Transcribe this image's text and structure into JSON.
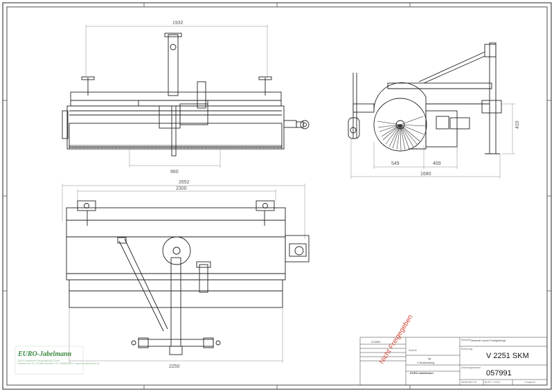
{
  "dimensions": {
    "top_width": "1932",
    "top_bottom": "960",
    "side_height": "410",
    "side_a": "549",
    "side_b": "469",
    "side_total": "1680",
    "plan_total": "2652",
    "plan_inner": "2300",
    "plan_bottom": "2250"
  },
  "title_block": {
    "number_small": "212500",
    "material_header": "Werkstoff",
    "material": "Material macht Festigkeitrigt",
    "weight_label": "Gewicht",
    "weight_value": "kg",
    "treatment": "V Bearbeitung",
    "name_header": "Benennung",
    "name": "V 2251 SKM",
    "drawing_number_header": "Zeichnungsnummer",
    "drawing_number": "057991",
    "company": "EURO-Jabelmann",
    "scale": "MAßSTAB 1:15",
    "sheet": "BLATT 1 VON 1",
    "format": "Format A3"
  },
  "stamp": "Nicht Freigegeben",
  "watermark": {
    "name": "EURO-Jabelmann",
    "line1": "EURO-Jabelmann Veranstaltungs-GmbH",
    "line2": "Mommer Str. 23 • 26188 Edewecht • Tel: 04486/94400 • www.euro-jabelmann.de"
  },
  "colors": {
    "line": "#1f1f1f",
    "frame": "#222222",
    "dim": "#8a8a8a",
    "stamp": "#d34a3c",
    "watermark": "#3d8a43"
  }
}
